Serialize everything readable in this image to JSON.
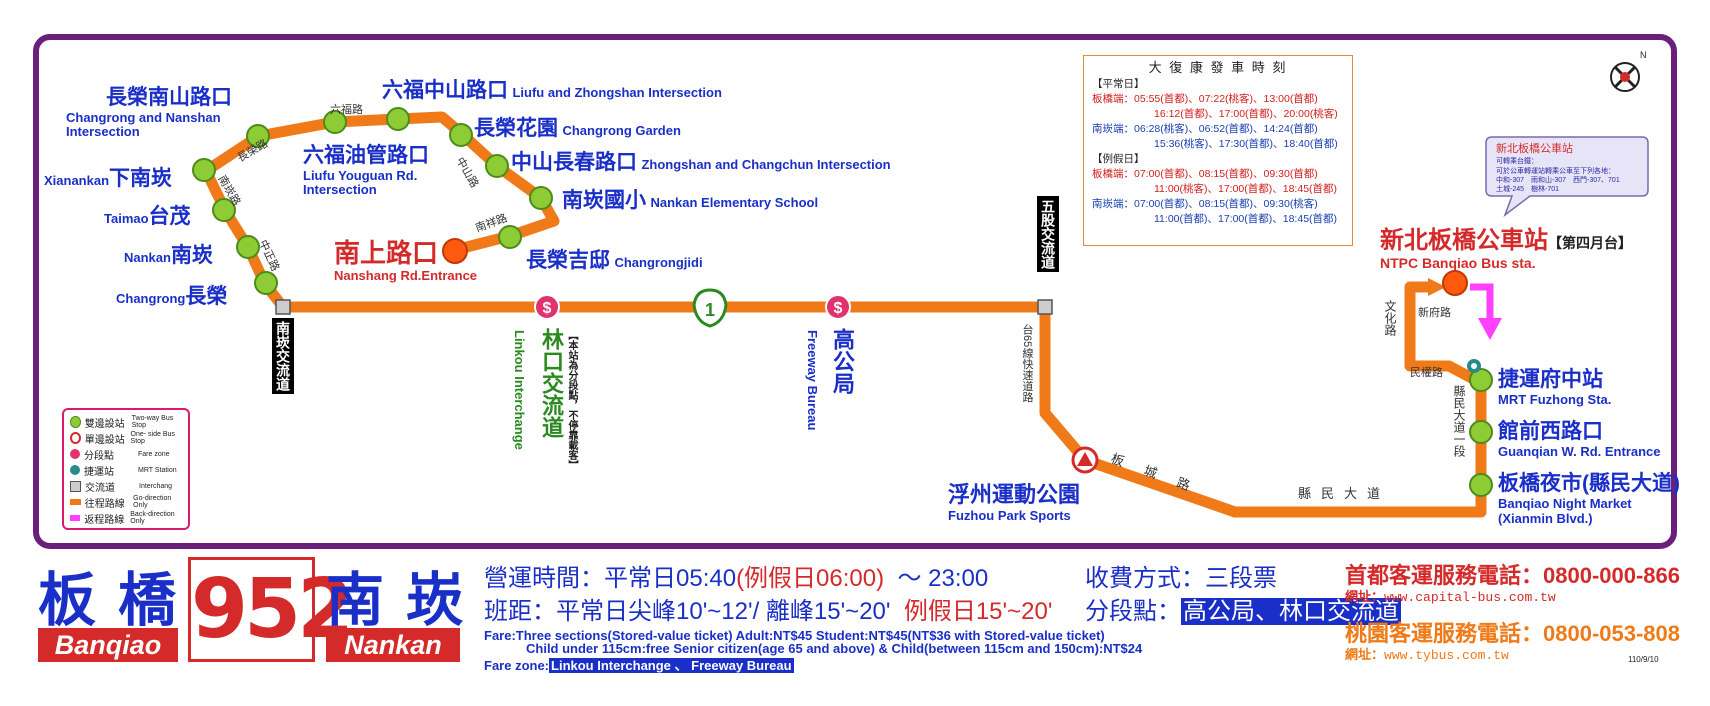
{
  "colors": {
    "frame": "#6a1f7a",
    "route": "#f07a17",
    "back_route": "#ff40ff",
    "stop_fill": "#8dcc35",
    "text_blue": "#1a2fc8",
    "text_red": "#d42a2a",
    "text_green": "#2a8a1f"
  },
  "stops": {
    "changrong": {
      "zh": "長榮",
      "en": "Changrong"
    },
    "nankan": {
      "zh": "南崁",
      "en": "Nankan"
    },
    "taimao": {
      "zh": "台茂",
      "en": "Taimao"
    },
    "xianankan": {
      "zh": "下南崁",
      "en": "Xianankan"
    },
    "changrong_nanshan": {
      "zh": "長榮南山路口",
      "en1": "Changrong and Nanshan",
      "en2": "Intersection"
    },
    "liufu_youguan": {
      "zh": "六福油管路口",
      "en1": "Liufu Youguan Rd.",
      "en2": "Intersection"
    },
    "liufu_zhongshan": {
      "zh": "六福中山路口",
      "en": "Liufu and Zhongshan Intersection"
    },
    "changrong_garden": {
      "zh": "長榮花園",
      "en": "Changrong Garden"
    },
    "zhongshan_changchun": {
      "zh": "中山長春路口",
      "en": "Zhongshan and Changchun Intersection"
    },
    "nankan_elem": {
      "zh": "南崁國小",
      "en": "Nankan Elementary School"
    },
    "changrongjidi": {
      "zh": "長榮吉邸",
      "en": "Changrongjidi"
    },
    "nanshang": {
      "zh": "南上路口",
      "en": "Nanshang Rd.Entrance"
    },
    "linkou": {
      "zh": "林口交流道",
      "en": "Linkou Interchange",
      "note": "【本站為分段點，不停靠載客】"
    },
    "freeway_bureau": {
      "zh": "高公局",
      "en": "Freeway Bureau"
    },
    "fuzhou_park": {
      "zh": "浮州運動公園",
      "en": "Fuzhou Park Sports"
    },
    "banqiao_night": {
      "zh": "板橋夜市(縣民大道)",
      "en1": "Banqiao Night Market",
      "en2": "(Xianmin Blvd.)"
    },
    "guanqian": {
      "zh": "館前西路口",
      "en": "Guanqian W. Rd. Entrance"
    },
    "fuzhong": {
      "zh": "捷運府中站",
      "en": "MRT Fuzhong Sta."
    },
    "ntpc": {
      "zh": "新北板橋公車站",
      "platform": "【第四月台】",
      "en": "NTPC Banqiao Bus sta."
    }
  },
  "roads": {
    "changrong_rd": "長榮路",
    "nankan_rd": "南崁路",
    "zhongzheng_rd": "中正路",
    "liufu_rd": "六福路",
    "zhongshan_rd": "中山路",
    "nanxiang_rd": "南祥路",
    "nankan_ic": "南崁交流道",
    "wugu_ic": "五股交流道",
    "tai65": "台65線快速道路",
    "bancheng_rd": "板城路",
    "xianmin_blvd": "縣民大道",
    "xianmin_sec1": "縣民大道一段",
    "wenhua_rd": "文化路",
    "xinfu_rd": "新府路",
    "minquan_rd": "民權路",
    "highway_no": "1"
  },
  "timetable": {
    "title": "大 復 康 發 車 時 刻",
    "weekday_hdr": "【平常日】",
    "holiday_hdr": "【例假日】",
    "wd_bq_1": "板橋端：05:55(首都)、07:22(桃客)、13:00(首都)",
    "wd_bq_2": "16:12(首都)、17:00(首都)、20:00(桃客)",
    "wd_nk_1": "南崁端：06:28(桃客)、06:52(首都)、14:24(首都)",
    "wd_nk_2": "15:36(桃客)、17:30(首都)、18:40(首都)",
    "hd_bq_1": "板橋端：07:00(首都)、08:15(首都)、09:30(首都)",
    "hd_bq_2": "11:00(桃客)、17:00(首都)、18:45(首都)",
    "hd_nk_1": "南崁端：07:00(首都)、08:15(首都)、09:30(桃客)",
    "hd_nk_2": "11:00(首都)、17:00(首都)、18:45(首都)"
  },
  "bubble": {
    "title": "新北板橋公車站",
    "line1": "可轉乘台鐵：",
    "line2": "可於公車轉運站轉乘公車至下列各地：",
    "line3": "中和-307　雨和山-307　西門-307、701",
    "line4": "土城-245　樹林-701"
  },
  "legend": [
    {
      "zh": "雙邊設站",
      "en": "Two-way Bus Stop"
    },
    {
      "zh": "單邊設站",
      "en": "One- side Bus Stop"
    },
    {
      "zh": "分段點",
      "en": "Fare zone"
    },
    {
      "zh": "捷運站",
      "en": "MRT Station"
    },
    {
      "zh": "交流道",
      "en": "Interchang"
    },
    {
      "zh": "往程路線",
      "en": "Go-direction Only"
    },
    {
      "zh": "返程路線",
      "en": "Back-direction Only"
    }
  ],
  "footer": {
    "from_zh": "板橋",
    "from_en": "Banqiao",
    "route_no": "952",
    "to_zh": "南崁",
    "to_en": "Nankan",
    "hours_label": "營運時間：平常日05:40",
    "hours_holiday": "(例假日06:00)",
    "hours_end": "～ 23:00",
    "fare_method": "收費方式：三段票",
    "headway_label": "班距：平常日尖峰10'~12'/ 離峰15'~20'",
    "headway_holiday": "例假日15'~20'",
    "fare_point_label": "分段點：",
    "fare_point_value": "高公局、林口交流道",
    "fare_en_1": "Fare:Three sections(Stored-value ticket)      Adult:NT$45       Student:NT$45(NT$36 with Stored-value ticket)",
    "fare_en_2": "Child under 115cm:free      Senior citizen(age 65 and above) & Child(between 115cm and 150cm):NT$24",
    "fare_zone_label": "Fare zone:",
    "fare_zone_value": "Linkou Interchange 、 Freeway Bureau",
    "capital_phone": "首都客運服務電話：0800-000-866",
    "capital_url_label": "網址：",
    "capital_url": "www.capital-bus.com.tw",
    "tybus_phone": "桃園客運服務電話：0800-053-808",
    "tybus_url_label": "網址：",
    "tybus_url": "www.tybus.com.tw",
    "date": "110/9/10"
  }
}
